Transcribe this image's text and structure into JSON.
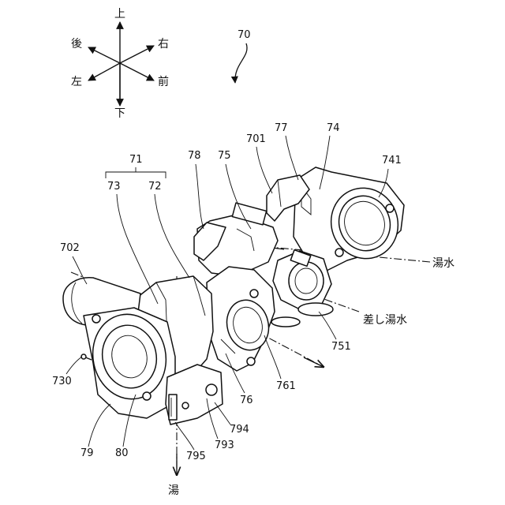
{
  "direction_labels": {
    "up": "上",
    "down": "下",
    "back": "後",
    "right": "右",
    "left": "左",
    "front": "前"
  },
  "reference_numerals": {
    "n70": "70",
    "n71": "71",
    "n72": "72",
    "n73": "73",
    "n74": "74",
    "n75": "75",
    "n76": "76",
    "n77": "77",
    "n78": "78",
    "n79": "79",
    "n80": "80",
    "n701": "701",
    "n702": "702",
    "n730": "730",
    "n741": "741",
    "n751": "751",
    "n761": "761",
    "n793": "793",
    "n794": "794",
    "n795": "795"
  },
  "flow_labels": {
    "mixed_water": "湯水",
    "added_water": "差し湯水",
    "hot_water": "湯"
  }
}
